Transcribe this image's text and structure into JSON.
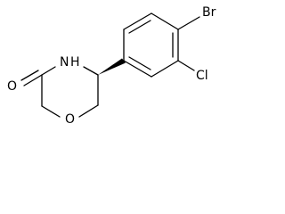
{
  "molecule": {
    "atoms": {
      "carbonyl_oxygen": "O",
      "ring_nitrogen": "N",
      "ring_nitrogen_h": "H",
      "ring_oxygen": "O",
      "bromine": "Br",
      "chlorine": "Cl"
    },
    "stereo_bond": "wedge"
  }
}
